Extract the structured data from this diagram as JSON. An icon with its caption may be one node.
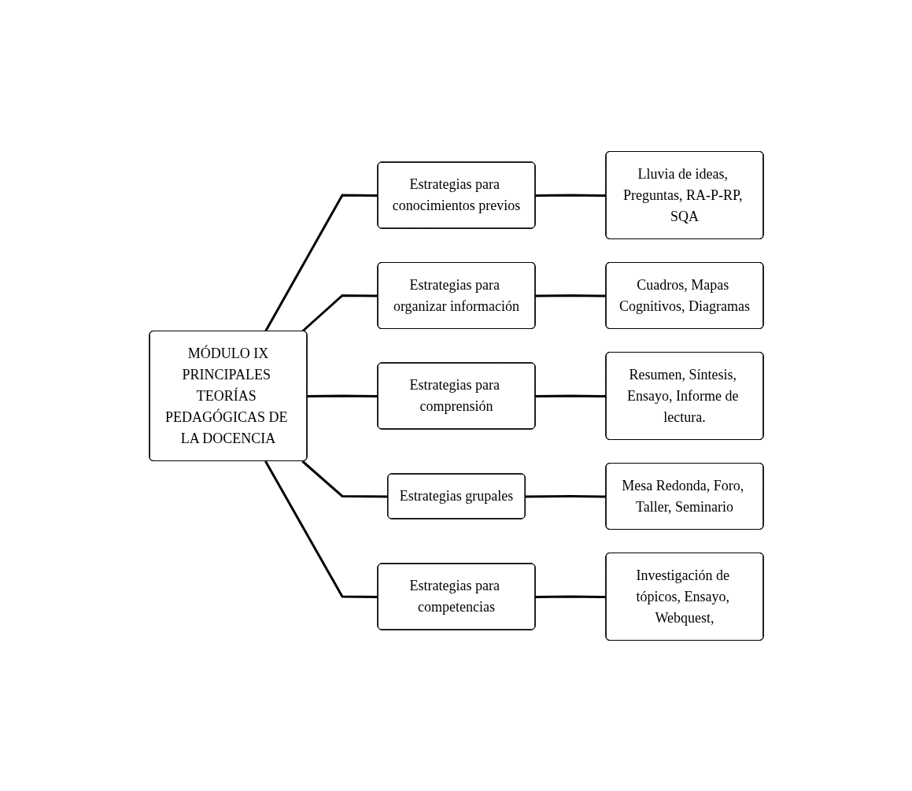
{
  "diagram": {
    "nodes": [
      {
        "text": [
          "MÓDULO IX",
          "PRINCIPALES TEORÍAS PEDAGÓGICAS DE LA DOCENCIA"
        ]
      },
      {
        "text": [
          "Estrategias para conocimientos previos"
        ]
      },
      {
        "text": [
          "Lluvia de ideas, Preguntas, RA-P-RP, SQA"
        ]
      },
      {
        "text": [
          "Estrategias para organizar información"
        ]
      },
      {
        "text": [
          "Cuadros, Mapas Cognitivos, Diagramas"
        ]
      },
      {
        "text": [
          "Estrategias para comprensión"
        ]
      },
      {
        "text": [
          "Resumen, Síntesis, Ensayo, Informe de lectura."
        ]
      },
      {
        "text": [
          "Estrategias grupales"
        ]
      },
      {
        "text": [
          "Mesa Redonda, Foro, Taller, Seminario"
        ]
      },
      {
        "text": [
          "Estrategias para competencias"
        ]
      },
      {
        "text": [
          "Investigación de tópicos, Ensayo, Webquest,"
        ]
      }
    ],
    "edges": [
      {
        "from": 0,
        "to": 1,
        "arrow": "none"
      },
      {
        "from": 0,
        "to": 3,
        "arrow": "none"
      },
      {
        "from": 0,
        "to": 5,
        "arrow": "none"
      },
      {
        "from": 0,
        "to": 7,
        "arrow": "none"
      },
      {
        "from": 0,
        "to": 9,
        "arrow": "none"
      },
      {
        "from": 1,
        "to": 2,
        "arrow": "none"
      },
      {
        "from": 3,
        "to": 4,
        "arrow": "none"
      },
      {
        "from": 5,
        "to": 6,
        "arrow": "none"
      },
      {
        "from": 7,
        "to": 8,
        "arrow": "none"
      },
      {
        "from": 9,
        "to": 10,
        "arrow": "none"
      }
    ]
  }
}
